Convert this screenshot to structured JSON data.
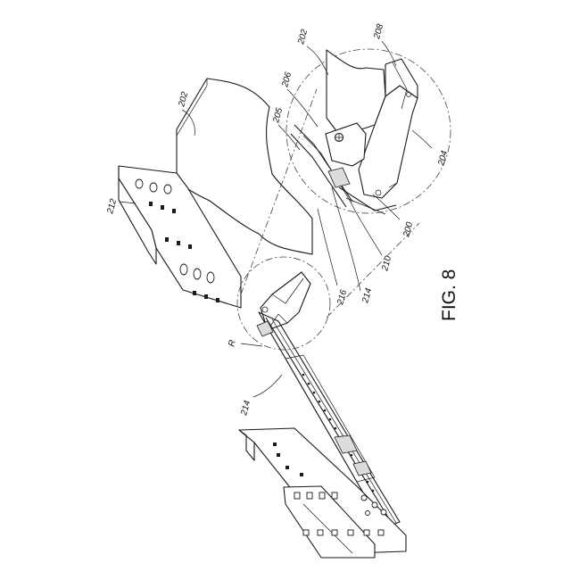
{
  "figure": {
    "caption": "FIG. 8",
    "labels": {
      "l202_main": "202",
      "l202_detail": "202",
      "l208": "208",
      "l206": "206",
      "l205": "205",
      "l204": "204",
      "l200": "200",
      "l210": "210",
      "l212": "212",
      "l214_detail": "214",
      "l216": "216",
      "lR": "R",
      "l214_main": "214"
    }
  }
}
